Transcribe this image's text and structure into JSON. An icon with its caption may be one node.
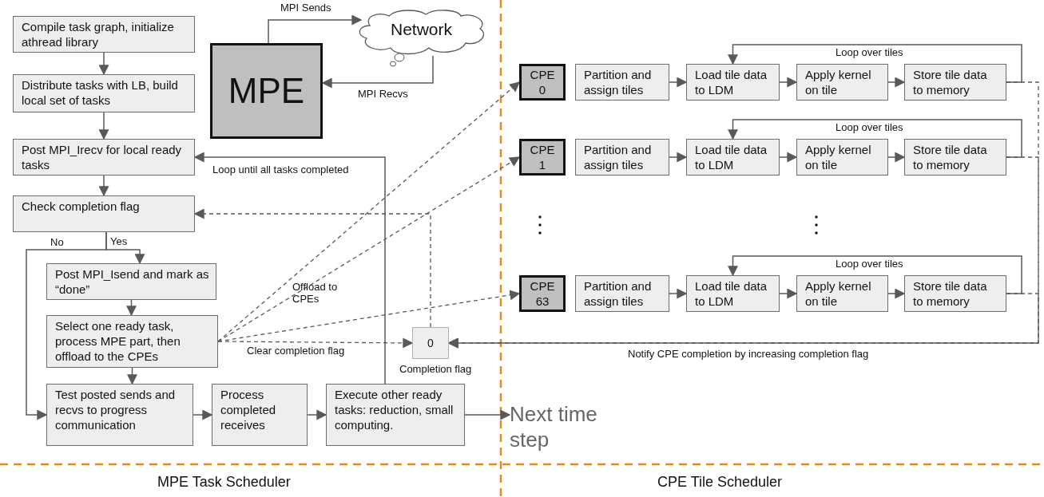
{
  "diagram": {
    "nodes": [
      {
        "text": [
          "Compile task graph, initialize athread library"
        ]
      },
      {
        "text": [
          "Distribute tasks with LB, build local set of tasks"
        ]
      },
      {
        "text": [
          "Post MPI_Irecv for local ready tasks"
        ]
      },
      {
        "text": [
          "Check completion flag"
        ]
      },
      {
        "text": [
          "Post MPI_Isend and mark as “done”"
        ]
      },
      {
        "text": [
          "Select one ready task, process MPE part, then offload to the CPEs"
        ]
      },
      {
        "text": [
          "Test posted sends and recvs to progress communication"
        ]
      },
      {
        "text": [
          "Process completed receives"
        ]
      },
      {
        "text": [
          "Execute other ready tasks: reduction, small computing."
        ]
      },
      {
        "text": [
          "MPE"
        ]
      },
      {
        "text": [
          "Network"
        ]
      },
      {
        "text": [
          "0"
        ],
        "beside": [
          "Completion flag"
        ]
      },
      {
        "text": [
          "Next time step"
        ]
      },
      {
        "text": [
          "CPE 0"
        ]
      },
      {
        "text": [
          "Partition and assign tiles"
        ]
      },
      {
        "text": [
          "Load tile data to LDM"
        ]
      },
      {
        "text": [
          "Apply kernel on tile"
        ]
      },
      {
        "text": [
          "Store tile data to memory"
        ]
      },
      {
        "text": [
          "CPE 1"
        ]
      },
      {
        "text": [
          "Partition and assign tiles"
        ]
      },
      {
        "text": [
          "Load tile data to LDM"
        ]
      },
      {
        "text": [
          "Apply kernel on tile"
        ]
      },
      {
        "text": [
          "Store tile data to memory"
        ]
      },
      {
        "text": [
          "CPE 63"
        ]
      },
      {
        "text": [
          "Partition and assign tiles"
        ]
      },
      {
        "text": [
          "Load tile data to LDM"
        ]
      },
      {
        "text": [
          "Apply kernel on tile"
        ]
      },
      {
        "text": [
          "Store tile data to memory"
        ]
      }
    ],
    "edges": [
      {
        "from": 0,
        "to": 1,
        "arrow": "to"
      },
      {
        "from": 1,
        "to": 2,
        "arrow": "to"
      },
      {
        "from": 2,
        "to": 3,
        "arrow": "to"
      },
      {
        "from": 3,
        "to": 4,
        "arrow": "to",
        "label": "Yes"
      },
      {
        "from": 3,
        "to": 6,
        "arrow": "to",
        "label": "No"
      },
      {
        "from": 4,
        "to": 5,
        "arrow": "to"
      },
      {
        "from": 5,
        "to": 6,
        "arrow": "to"
      },
      {
        "from": 6,
        "to": 7,
        "arrow": "to"
      },
      {
        "from": 7,
        "to": 8,
        "arrow": "to"
      },
      {
        "from": 8,
        "to": 2,
        "arrow": "to",
        "label": "Loop until all tasks completed"
      },
      {
        "from": 8,
        "to": 12,
        "arrow": "to"
      },
      {
        "from": 9,
        "to": 10,
        "arrow": "to",
        "label": "MPI Sends"
      },
      {
        "from": 10,
        "to": 9,
        "arrow": "to",
        "label": "MPI Recvs"
      },
      {
        "from": 5,
        "to": 13,
        "arrow": "to",
        "style": "dashed"
      },
      {
        "from": 5,
        "to": 18,
        "arrow": "to",
        "style": "dashed",
        "label": "Offload to CPEs"
      },
      {
        "from": 5,
        "to": 23,
        "arrow": "to",
        "style": "dashed"
      },
      {
        "from": 5,
        "to": 11,
        "arrow": "to",
        "style": "dashed",
        "label": "Clear completion flag"
      },
      {
        "from": 11,
        "to": 3,
        "arrow": "to",
        "style": "dashed"
      },
      {
        "from": 17,
        "to": 11,
        "arrow": "to",
        "style": "dashed"
      },
      {
        "from": 22,
        "to": 11,
        "arrow": "to",
        "style": "dashed"
      },
      {
        "from": 27,
        "to": 11,
        "arrow": "to",
        "style": "dashed",
        "label": "Notify CPE completion by increasing completion flag"
      },
      {
        "from": 14,
        "to": 15,
        "arrow": "to"
      },
      {
        "from": 15,
        "to": 16,
        "arrow": "to"
      },
      {
        "from": 16,
        "to": 17,
        "arrow": "to"
      },
      {
        "from": 17,
        "to": 15,
        "arrow": "to",
        "label": "Loop over tiles"
      },
      {
        "from": 19,
        "to": 20,
        "arrow": "to"
      },
      {
        "from": 20,
        "to": 21,
        "arrow": "to"
      },
      {
        "from": 21,
        "to": 22,
        "arrow": "to"
      },
      {
        "from": 22,
        "to": 20,
        "arrow": "to",
        "label": "Loop over tiles"
      },
      {
        "from": 24,
        "to": 25,
        "arrow": "to"
      },
      {
        "from": 25,
        "to": 26,
        "arrow": "to"
      },
      {
        "from": 26,
        "to": 27,
        "arrow": "to"
      },
      {
        "from": 27,
        "to": 25,
        "arrow": "to",
        "label": "Loop over tiles"
      }
    ],
    "labels": [
      "MPE Task Scheduler",
      "CPE Tile Scheduler"
    ]
  }
}
